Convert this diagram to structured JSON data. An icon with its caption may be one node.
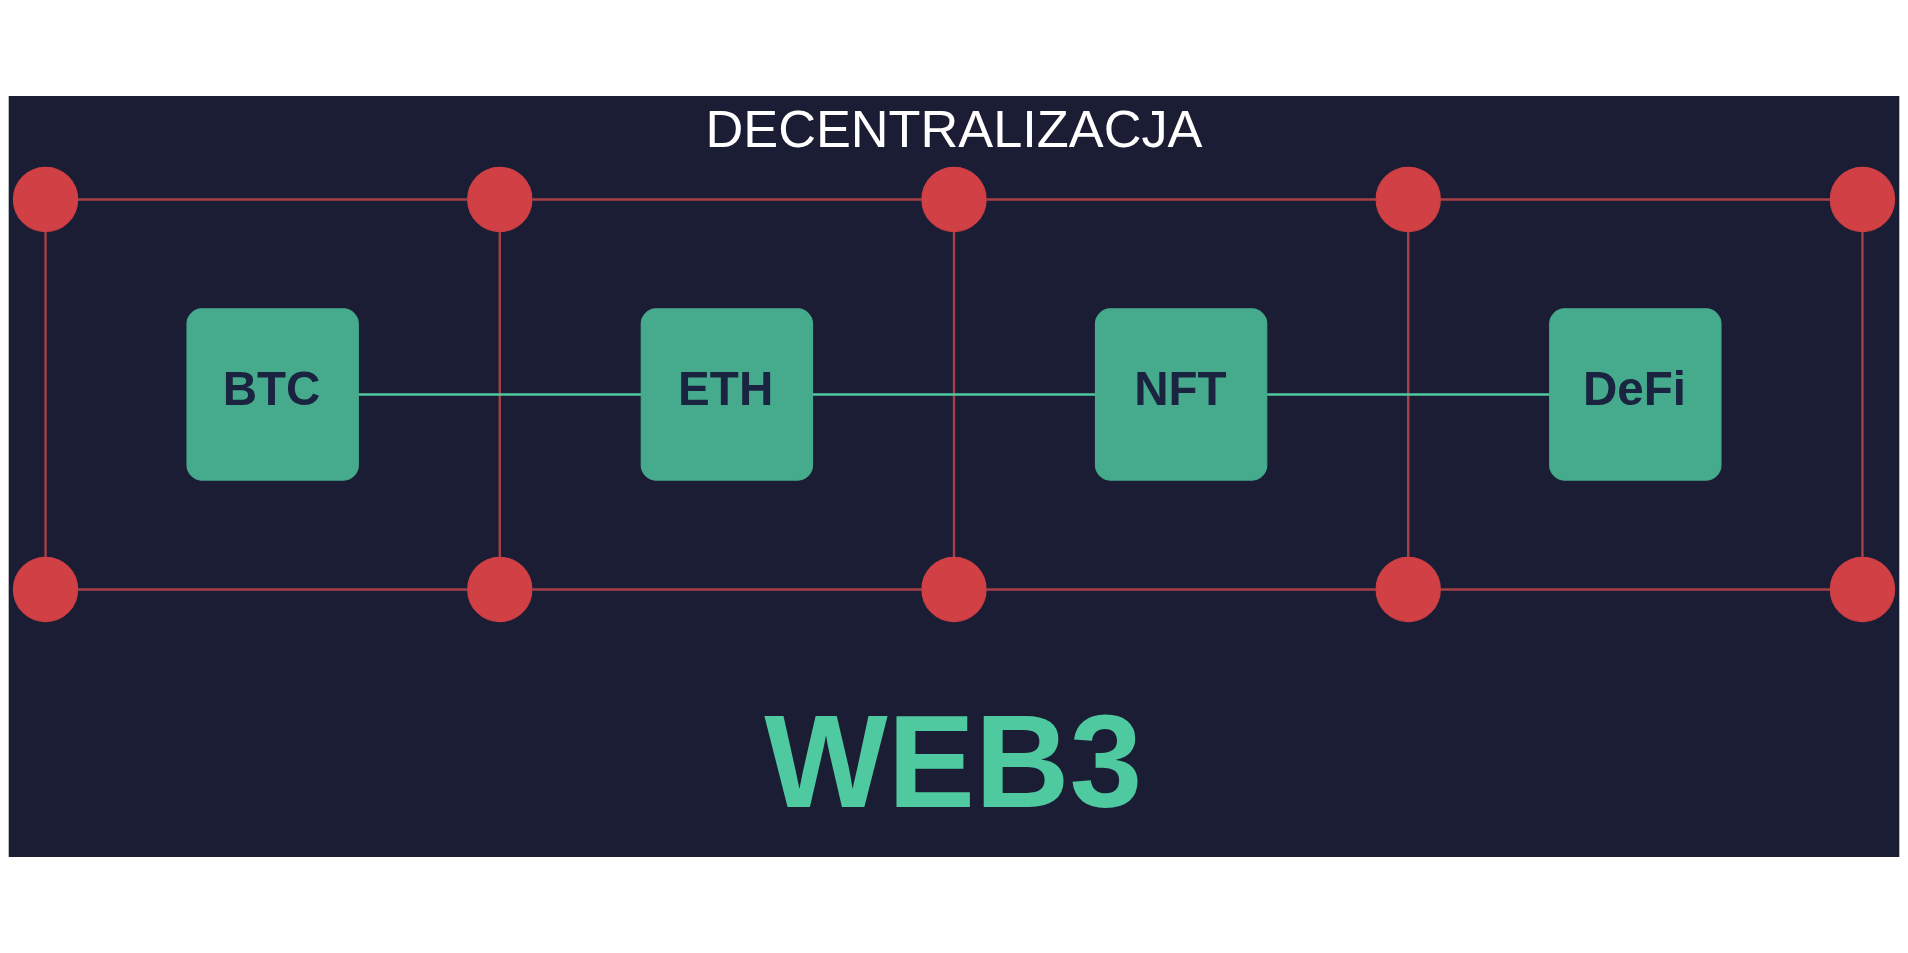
{
  "diagram": {
    "title": "DECENTRALIZACJA",
    "nodes": [
      {
        "text": [],
        "shape": "circle"
      },
      {
        "text": [],
        "shape": "circle"
      },
      {
        "text": [],
        "shape": "circle"
      },
      {
        "text": [],
        "shape": "circle"
      },
      {
        "text": [],
        "shape": "circle"
      },
      {
        "text": [
          "BTC"
        ]
      },
      {
        "text": [
          "ETH"
        ]
      },
      {
        "text": [
          "NFT"
        ]
      },
      {
        "text": [
          "DeFi"
        ]
      },
      {
        "text": [],
        "shape": "circle"
      },
      {
        "text": [],
        "shape": "circle"
      },
      {
        "text": [],
        "shape": "circle"
      },
      {
        "text": [],
        "shape": "circle"
      },
      {
        "text": [],
        "shape": "circle"
      }
    ],
    "edges": [
      {
        "from": 0,
        "to": 1,
        "arrow": "none"
      },
      {
        "from": 1,
        "to": 2,
        "arrow": "none"
      },
      {
        "from": 2,
        "to": 3,
        "arrow": "none"
      },
      {
        "from": 3,
        "to": 4,
        "arrow": "none"
      },
      {
        "from": 5,
        "to": 6,
        "arrow": "none",
        "color": "#4fc9a0"
      },
      {
        "from": 6,
        "to": 7,
        "arrow": "none",
        "color": "#4fc9a0"
      },
      {
        "from": 7,
        "to": 8,
        "arrow": "none",
        "color": "#4fc9a0"
      },
      {
        "from": 0,
        "to": 9,
        "arrow": "none"
      },
      {
        "from": 1,
        "to": 10,
        "arrow": "none"
      },
      {
        "from": 2,
        "to": 11,
        "arrow": "none"
      },
      {
        "from": 3,
        "to": 12,
        "arrow": "none"
      },
      {
        "from": 4,
        "to": 13,
        "arrow": "none"
      },
      {
        "from": 9,
        "to": 10,
        "arrow": "none"
      },
      {
        "from": 10,
        "to": 11,
        "arrow": "none"
      },
      {
        "from": 11,
        "to": 12,
        "arrow": "none"
      },
      {
        "from": 12,
        "to": 13,
        "arrow": "none"
      }
    ],
    "labels": [
      "WEB3"
    ]
  }
}
